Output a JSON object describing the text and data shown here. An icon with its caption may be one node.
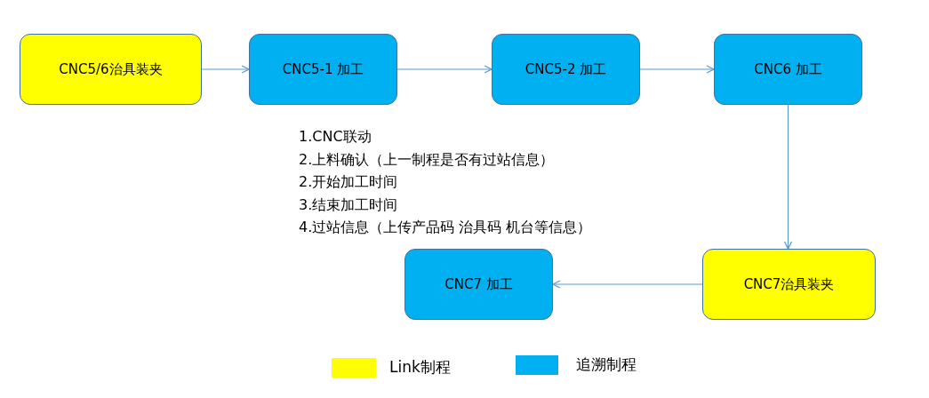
{
  "diagram": {
    "nodes": [
      {
        "text": [
          "CNC5/6治具装夹"
        ]
      },
      {
        "text": [
          "CNC5-1 加工"
        ]
      },
      {
        "text": [
          "CNC5-2 加工"
        ]
      },
      {
        "text": [
          "CNC6 加工"
        ]
      },
      {
        "text": [
          "CNC7 加工"
        ]
      },
      {
        "text": [
          "CNC7治具装夹"
        ]
      }
    ],
    "edges": [
      {
        "from": 0,
        "to": 1,
        "arrow": "to"
      },
      {
        "from": 1,
        "to": 2,
        "arrow": "to"
      },
      {
        "from": 2,
        "to": 3,
        "arrow": "to"
      },
      {
        "from": 3,
        "to": 5,
        "arrow": "to"
      },
      {
        "from": 5,
        "to": 4,
        "arrow": "to"
      }
    ],
    "labels": [
      "1.CNC联动",
      "2.上料确认（上一制程是否有过站信息）",
      "2.开始加工时间",
      "3.结束加工时间",
      "4.过站信息（上传产品码 治具码 机台等信息）"
    ],
    "legend": [
      {
        "text": "Link制程",
        "color": "#ffff00"
      },
      {
        "text": "追溯制程",
        "color": "#00b0f0"
      }
    ]
  }
}
